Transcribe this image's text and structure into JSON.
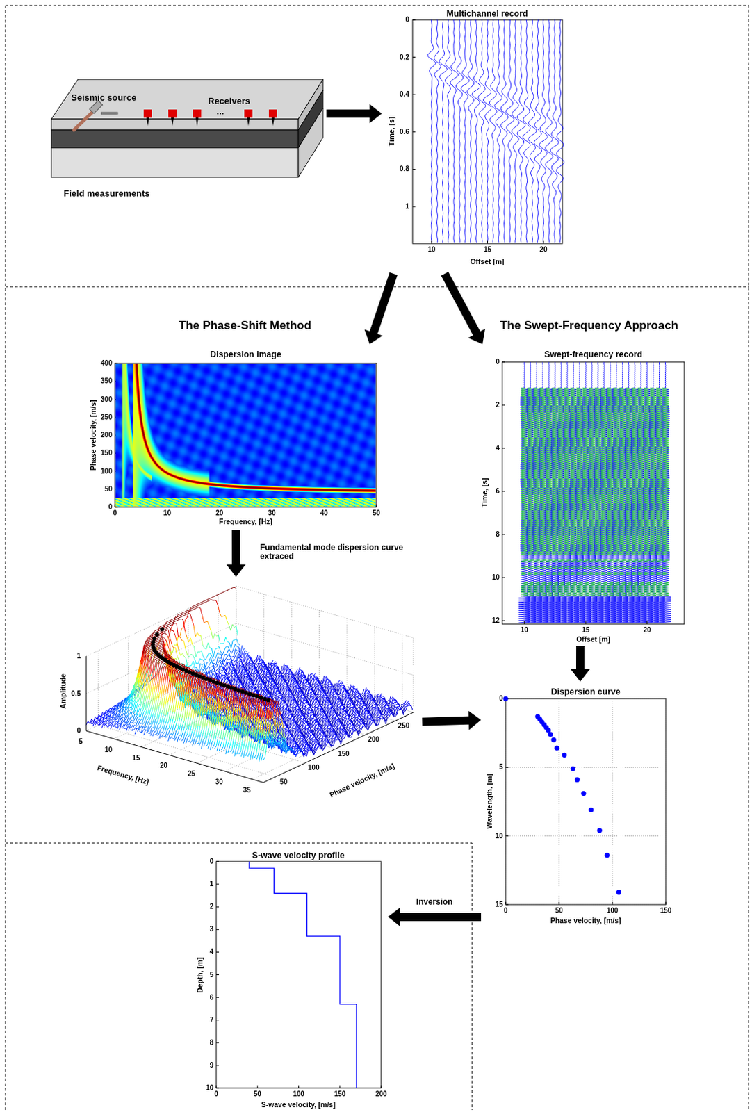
{
  "diagram": {
    "nodes": [
      {
        "text": [
          "Field measurements"
        ]
      },
      {
        "text": [
          "Multichannel record",
          "Time, [s]",
          "Offset [m]"
        ]
      },
      {
        "text": [
          "Dispersion image",
          "Phase velocity, [m/s]",
          "Frequency, [Hz]"
        ]
      },
      {
        "text": [
          "Amplitude",
          "Frequency, [Hz]",
          "Phase velocity, [m/s]"
        ]
      },
      {
        "text": [
          "Swept-frequency record",
          "Time, [s]",
          "Offset [m]"
        ]
      },
      {
        "text": [
          "Dispersion curve",
          "Wavelength, [m]",
          "Phase velocity, [m/s]"
        ]
      },
      {
        "text": [
          "S-wave velocity profile",
          "Depth, [m]",
          "S-wave velocity, [m/s]"
        ]
      }
    ],
    "edges": [
      {
        "from": 0,
        "to": 1,
        "arrow": "to"
      },
      {
        "from": 1,
        "to": 2,
        "arrow": "to"
      },
      {
        "from": 1,
        "to": 4,
        "arrow": "to"
      },
      {
        "from": 2,
        "to": 3,
        "arrow": "to",
        "label": "Fundamental mode dispersion curve extraced"
      },
      {
        "from": 3,
        "to": 5,
        "arrow": "to"
      },
      {
        "from": 4,
        "to": 5,
        "arrow": "to"
      },
      {
        "from": 5,
        "to": 6,
        "arrow": "to",
        "label": "Inversion"
      }
    ],
    "labels": [
      "Seismic source",
      "Receivers",
      "...",
      "0",
      "0.2",
      "0.4",
      "0.6",
      "0.8",
      "1",
      "10",
      "15",
      "20",
      "The Phase-Shift Method",
      "The Swept-Frequency Approach",
      "0",
      "50",
      "100",
      "150",
      "200",
      "250",
      "300",
      "350",
      "400",
      "0",
      "10",
      "20",
      "30",
      "40",
      "50",
      "0",
      "0.5",
      "1",
      "5",
      "10",
      "15",
      "20",
      "25",
      "30",
      "35",
      "50",
      "100",
      "150",
      "200",
      "250",
      "0",
      "2",
      "4",
      "6",
      "8",
      "10",
      "12",
      "10",
      "15",
      "20",
      "0",
      "5",
      "10",
      "15",
      "0",
      "50",
      "100",
      "150",
      "0",
      "1",
      "2",
      "3",
      "4",
      "5",
      "6",
      "7",
      "8",
      "9",
      "10",
      "0",
      "50",
      "100",
      "150",
      "200"
    ]
  }
}
